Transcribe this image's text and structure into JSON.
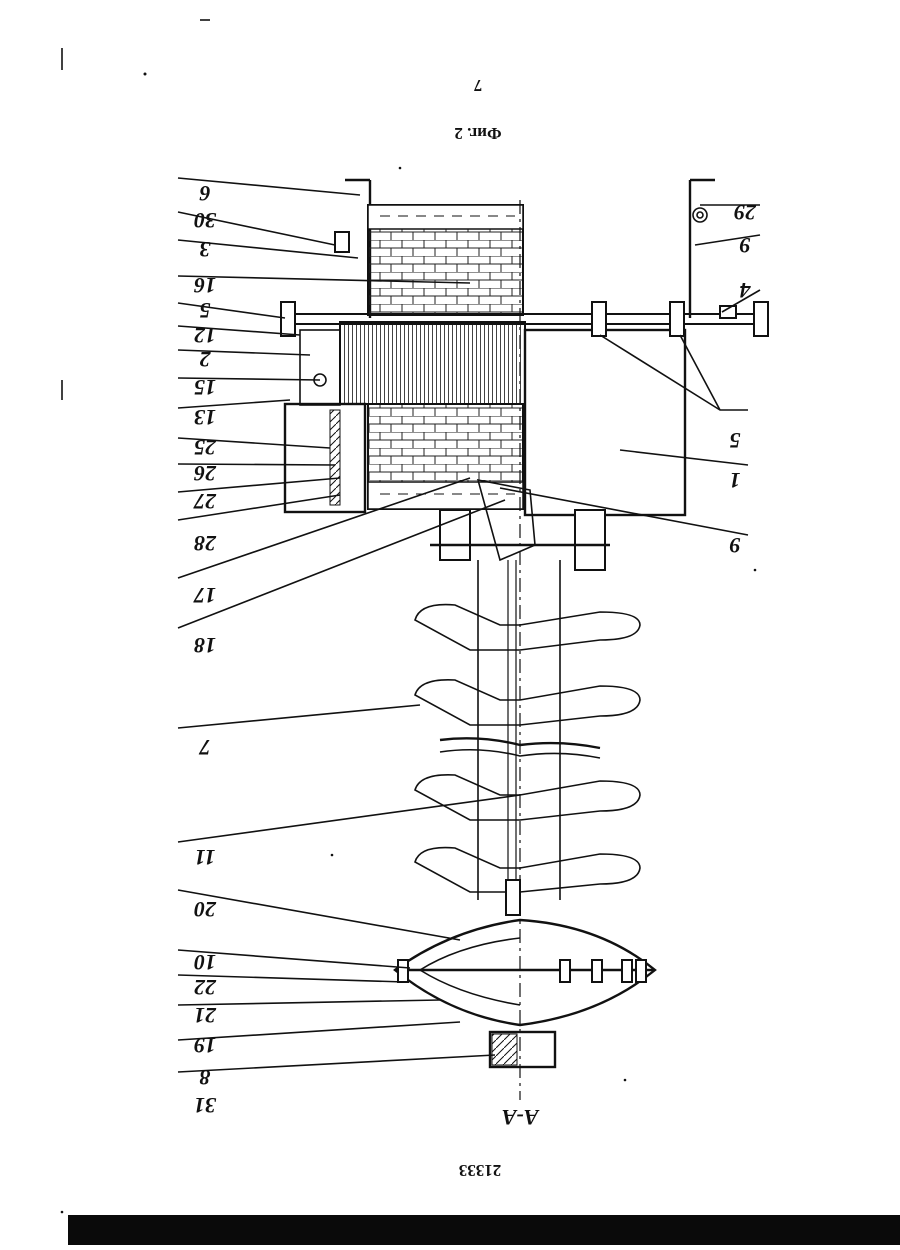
{
  "page": {
    "page_number": "7",
    "figure_caption": "Фиг. 2",
    "section_label": "А-А",
    "document_number": "21333"
  },
  "callouts": [
    "6",
    "30",
    "3",
    "16",
    "5",
    "12",
    "2",
    "15",
    "13",
    "25",
    "26",
    "27",
    "28",
    "17",
    "18",
    "7",
    "11",
    "20",
    "10",
    "22",
    "21",
    "19",
    "8",
    "31",
    "29",
    "9",
    "4",
    "5",
    "1",
    "9"
  ]
}
